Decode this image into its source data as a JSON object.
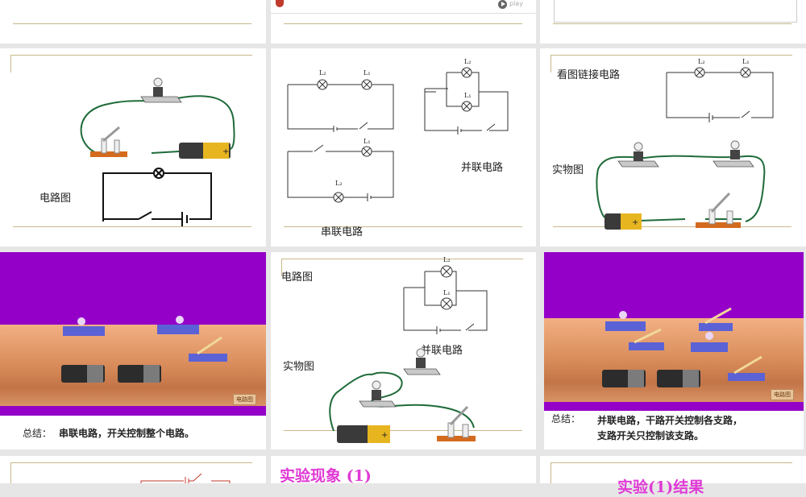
{
  "slides": {
    "s1_top_right_partial": {
      "play_label": "play"
    },
    "s4": {
      "label_diagram": "电路图"
    },
    "s5": {
      "series_caption": "串联电路",
      "parallel_caption": "并联电路",
      "labels": {
        "L1": "L₁",
        "L2": "L₂"
      }
    },
    "s6": {
      "title": "看图链接电路",
      "label_physical": "实物图",
      "labels": {
        "L1": "L₁",
        "L2": "L₂"
      }
    },
    "s7": {
      "summary_prefix": "总结：",
      "summary_text": "串联电路，开关控制整个电路。",
      "tag": "电路图"
    },
    "s8": {
      "label_diagram": "电路图",
      "parallel_caption": "并联电路",
      "label_physical": "实物图",
      "labels": {
        "L1": "L₁",
        "L2": "L₂"
      }
    },
    "s9": {
      "summary_prefix": "总结：",
      "summary_line1": "并联电路，干路开关控制各支路，",
      "summary_line2": "支路开关只控制该支路。",
      "tag": "电路图"
    },
    "s11": {
      "heading": "实验现象 (1)"
    },
    "s12": {
      "heading_partial": "实验(1)结果"
    }
  },
  "colors": {
    "purple_bg": "#9400c8",
    "wood": "#d98c5a",
    "wire": "#1f6b3a",
    "gold_line": "#c8b98a",
    "heading_pink": "#e03ad6"
  }
}
